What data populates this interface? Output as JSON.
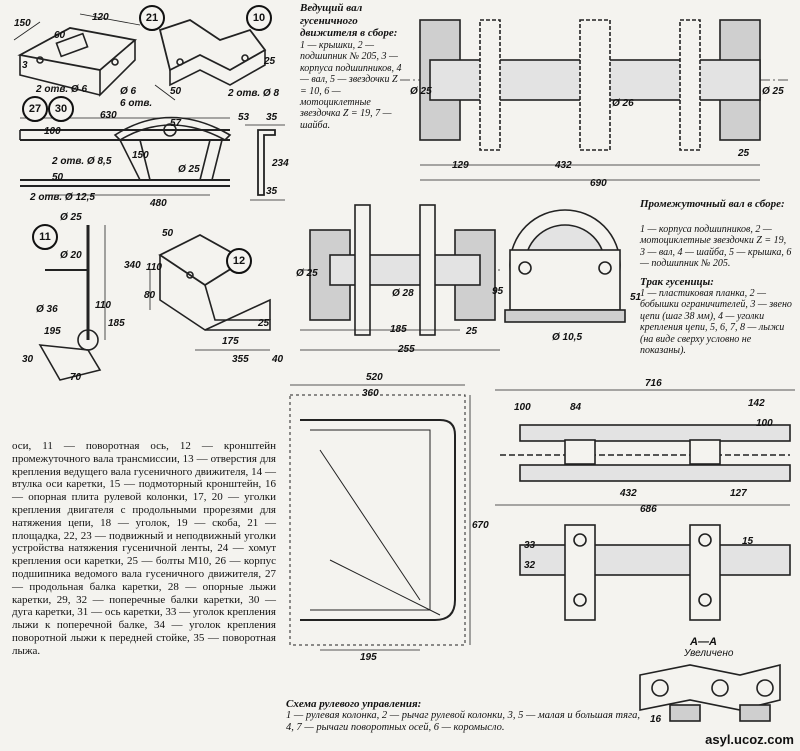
{
  "part_markers": [
    "21",
    "10",
    "27",
    "30",
    "11",
    "12"
  ],
  "drive_shaft": {
    "caption": "Ведущий вал гусеничного движителя в сборе:",
    "legend": "1 — крышки, 2 — подшипник № 205, 3 — корпуса подшипников, 4 — вал, 5 — звездочки Z = 10, 6 — мотоциклетные звездочка Z = 19, 7 — шайба.",
    "dims": [
      "129",
      "432",
      "690",
      "25",
      "Ø 25",
      "Ø 26",
      "Ø 25"
    ]
  },
  "intermediate_shaft": {
    "caption": "Промежуточный вал в сборе:",
    "legend": "1 — корпуса подшипников, 2 — мотоциклетные звездочки Z = 19, 3 — вал, 4 — шайба, 5 — крышка, 6 — подшипник № 205.",
    "dims": [
      "185",
      "255",
      "25",
      "95",
      "Ø 25",
      "Ø 28",
      "Ø 10,5",
      "51"
    ]
  },
  "track": {
    "caption": "Трак гусеницы:",
    "legend": "1 — пластиковая планка, 2 — бобышки ограничителей, 3 — звено цепи (шаг 38 мм), 4 — уголки крепления цепи, 5, 6, 7, 8 — лыжи (на виде сверху условно не показаны).",
    "dims": [
      "716",
      "100",
      "84",
      "142",
      "100",
      "432",
      "127",
      "686",
      "33",
      "32",
      "15",
      "16"
    ],
    "section_label": "А—А",
    "section_sub": "Увеличено"
  },
  "steering": {
    "caption": "Схема рулевого управления:",
    "legend": "1 — рулевая колонка, 2 — рычаг рулевой колонки, 3, 5 — малая и большая тяга, 4, 7 — рычаги поворотных осей, 6 — коромысло.",
    "dims": [
      "520",
      "360",
      "670",
      "195"
    ]
  },
  "parts_legend": "оси, 11 — поворотная ось, 12 — кронштейн промежуточного вала трансмиссии, 13 — отверстия для крепления ведущего вала гусеничного движителя, 14 — втулка оси каретки, 15 — подмоторный кронштейн, 16 — опорная плита рулевой колонки, 17, 20 — уголки крепления двигателя с продольными прорезями для натяжения цепи, 18 — уголок, 19 — скоба, 21 — площадка, 22, 23 — подвижный и неподвижный уголки устройства натяжения гусеничной ленты, 24 — хомут крепления оси каретки, 25 — болты М10, 26 — корпус подшипника ведомого вала гусеничного движителя, 27 — продольная балка каретки, 28 — опорные лыжи каретки, 29, 32 — поперечные балки каретки, 30 — дуга каретки, 31 — ось каретки, 33 — уголок крепления лыжи к поперечной балке, 34 — уголок крепления поворотной лыжи к передней стойке, 35 — поворотная лыжа.",
  "part_dims": {
    "p21": [
      "150",
      "120",
      "60",
      "3",
      "2 отв. Ø 6",
      "Ø 6",
      "6 отв."
    ],
    "p10": [
      "50",
      "25",
      "2 отв. Ø 8"
    ],
    "p27": [
      "630",
      "100",
      "50",
      "2 отв. Ø 8,5",
      "2 отв. Ø 12,5",
      "480",
      "Ø 25",
      "57",
      "150"
    ],
    "p30": [
      "53",
      "35",
      "35",
      "234"
    ],
    "p11": [
      "Ø 25",
      "Ø 20",
      "Ø 36",
      "340",
      "110",
      "185",
      "195",
      "30",
      "70"
    ],
    "p12": [
      "50",
      "80",
      "110",
      "175",
      "355",
      "40",
      "25"
    ]
  },
  "watermark": "asyl.ucoz.com"
}
